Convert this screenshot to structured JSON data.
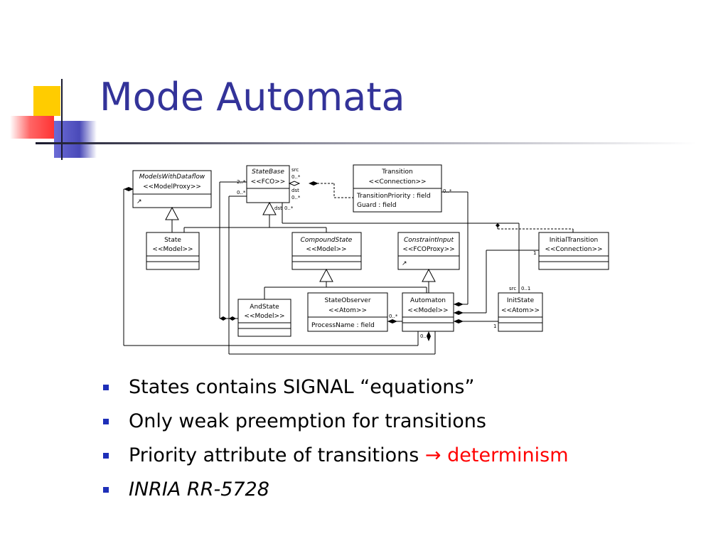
{
  "slide": {
    "title": "Mode Automata",
    "bullets": [
      {
        "text": "States contains SIGNAL “equations”"
      },
      {
        "text": "Only weak preemption for transitions"
      },
      {
        "text": "Priority attribute of transitions ",
        "arrow": "→",
        "highlight": "determinism",
        "highlight_color": "#ff0000"
      },
      {
        "text": "INRIA RR-5728",
        "italic": true
      }
    ]
  },
  "diagram": {
    "classes": {
      "modelswithdataflow": {
        "name": "ModelsWithDataflow",
        "stereotype": "<<ModelProxy>>",
        "icon": "↗"
      },
      "statebase": {
        "name": "StateBase",
        "stereotype": "<<FCO>>"
      },
      "transition": {
        "name": "Transition",
        "stereotype": "<<Connection>>",
        "attr1": "TransitionPriority :  field",
        "attr2": "Guard :                   field"
      },
      "state": {
        "name": "State",
        "stereotype": "<<Model>>"
      },
      "compoundstate": {
        "name": "CompoundState",
        "stereotype": "<<Model>>"
      },
      "constraintinput": {
        "name": "ConstraintInput",
        "stereotype": "<<FCOProxy>>",
        "icon": "↗"
      },
      "initialtransition": {
        "name": "InitialTransition",
        "stereotype": "<<Connection>>"
      },
      "andstate": {
        "name": "AndState",
        "stereotype": "<<Model>>"
      },
      "stateobserver": {
        "name": "StateObserver",
        "stereotype": "<<Atom>>",
        "attr1": "ProcessName : field"
      },
      "automaton": {
        "name": "Automaton",
        "stereotype": "<<Model>>"
      },
      "initstate": {
        "name": "InitState",
        "stereotype": "<<Atom>>"
      }
    },
    "labels": {
      "src": "src",
      "dst": "dst",
      "mult_2_many": "2..*",
      "mult_0_many": "0..*",
      "mult_0_1": "0..1",
      "mult_1": "1"
    }
  }
}
